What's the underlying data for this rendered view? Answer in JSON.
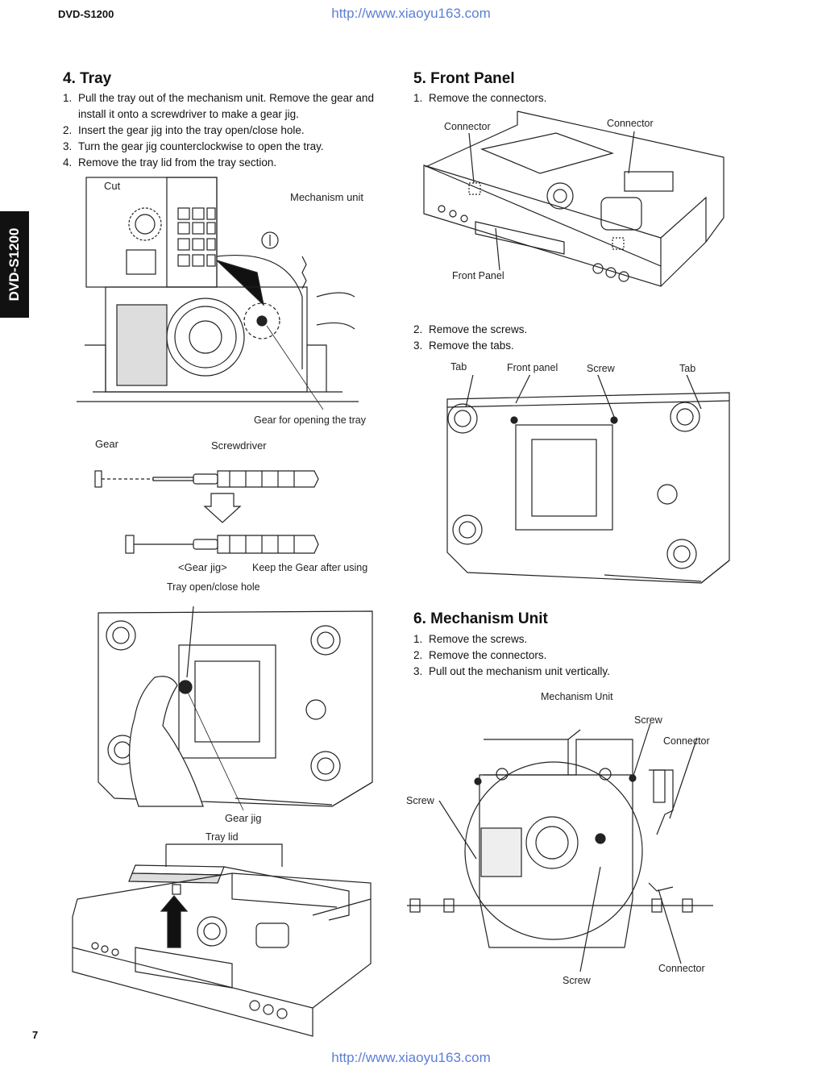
{
  "header": {
    "model": "DVD-S1200",
    "url": "http://www.xiaoyu163.com"
  },
  "side_tab": "DVD-S1200",
  "footer": {
    "page_number": "7",
    "url": "http://www.xiaoyu163.com"
  },
  "tray": {
    "title": "4. Tray",
    "steps": [
      {
        "num": "1.",
        "text": "Pull the tray out of the mechanism unit. Remove the gear and install it onto a screwdriver to make a gear jig."
      },
      {
        "num": "2.",
        "text": "Insert the gear jig into the tray open/close hole."
      },
      {
        "num": "3.",
        "text": "Turn the gear jig counterclockwise to open the tray."
      },
      {
        "num": "4.",
        "text": "Remove the tray lid from the tray section."
      }
    ],
    "labels": {
      "cut": "Cut",
      "mechanism_unit": "Mechanism unit",
      "gear_opening": "Gear for opening the tray",
      "gear": "Gear",
      "screwdriver": "Screwdriver",
      "gear_jig_caption": "<Gear jig>",
      "keep_gear": "Keep the Gear after using",
      "tray_hole": "Tray open/close hole",
      "gear_jig": "Gear jig",
      "tray_lid": "Tray lid"
    }
  },
  "front_panel": {
    "title": "5. Front Panel",
    "steps_a": [
      {
        "num": "1.",
        "text": "Remove the connectors."
      }
    ],
    "steps_b": [
      {
        "num": "2.",
        "text": "Remove the screws."
      },
      {
        "num": "3.",
        "text": "Remove the tabs."
      }
    ],
    "labels": {
      "connector_left": "Connector",
      "connector_right": "Connector",
      "front_panel_label": "Front Panel",
      "tab_left": "Tab",
      "front_panel_lower": "Front panel",
      "screw": "Screw",
      "tab_right": "Tab"
    }
  },
  "mechanism": {
    "title": "6. Mechanism Unit",
    "steps": [
      {
        "num": "1.",
        "text": "Remove the screws."
      },
      {
        "num": "2.",
        "text": "Remove the connectors."
      },
      {
        "num": "3.",
        "text": "Pull out the mechanism unit vertically."
      }
    ],
    "labels": {
      "mechanism_unit": "Mechanism Unit",
      "screw_top": "Screw",
      "connector_top": "Connector",
      "screw_left": "Screw",
      "connector_bottom": "Connector",
      "screw_bottom": "Screw"
    }
  }
}
